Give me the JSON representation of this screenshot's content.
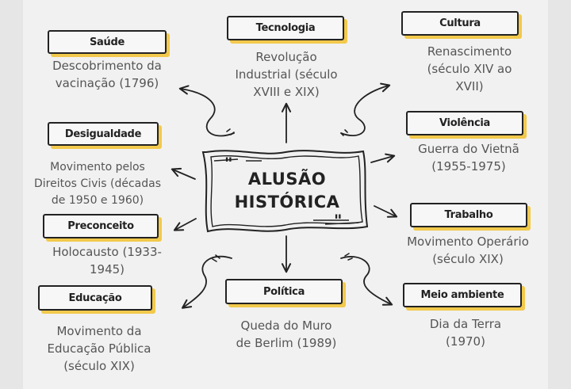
{
  "center": {
    "line1": "ALUSÃO",
    "line2": "HISTÓRICA"
  },
  "topics": [
    {
      "id": "saude",
      "title": "Saúde",
      "text": [
        "Descobrimento da",
        "vacinação (1796)"
      ]
    },
    {
      "id": "tecnologia",
      "title": "Tecnologia",
      "text": [
        "Revolução",
        "Industrial (século",
        "XVIII e XIX)"
      ]
    },
    {
      "id": "cultura",
      "title": "Cultura",
      "text": [
        "Renascimento",
        "(século XIV ao",
        "XVII)"
      ]
    },
    {
      "id": "desigualdade",
      "title": "Desigualdade",
      "text": [
        "Movimento pelos",
        "Direitos Civis (décadas",
        "de 1950 e 1960)"
      ]
    },
    {
      "id": "violencia",
      "title": "Violência",
      "text": [
        "Guerra do Vietnã",
        "(1955-1975)"
      ]
    },
    {
      "id": "preconceito",
      "title": "Preconceito",
      "text": [
        "Holocausto (1933-",
        "1945)"
      ]
    },
    {
      "id": "trabalho",
      "title": "Trabalho",
      "text": [
        "Movimento Operário",
        "(século XIX)"
      ]
    },
    {
      "id": "educacao",
      "title": "Educação",
      "text": [
        "Movimento da",
        "Educação Pública",
        "(século XIX)"
      ]
    },
    {
      "id": "politica",
      "title": "Política",
      "text": [
        "Queda do Muro",
        "de Berlim (1989)"
      ]
    },
    {
      "id": "meio-ambiente",
      "title": "Meio ambiente",
      "text": [
        "Dia da Terra",
        "(1970)"
      ]
    }
  ]
}
